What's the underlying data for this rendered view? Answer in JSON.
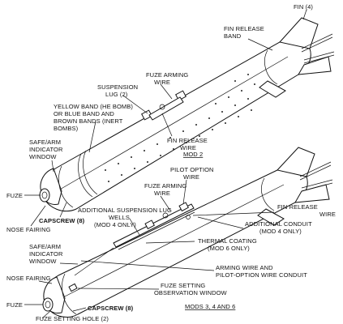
{
  "top_bomb": {
    "labels": {
      "fin": "FIN (4)",
      "fin_release_band_1": "FIN RELEASE",
      "fin_release_band_2": "BAND",
      "fuze_arming_wire_1": "FUZE ARMING",
      "fuze_arming_wire_2": "WIRE",
      "suspension_lug_1": "SUSPENSION",
      "suspension_lug_2": "LUG (2)",
      "yellow_band_1": "YELLOW BAND (HE BOMB)",
      "yellow_band_2": "OR BLUE BAND AND",
      "yellow_band_3": "BROWN BANDS (INERT",
      "yellow_band_4": "BOMBS)",
      "safe_arm_1": "SAFE/ARM",
      "safe_arm_2": "INDICATOR",
      "safe_arm_3": "WINDOW",
      "fin_release_wire_1": "FIN RELEASE",
      "fin_release_wire_2": "WIRE",
      "mod": "MOD 2",
      "fuze": "FUZE",
      "capscrew": "CAPSCREW (8)",
      "nose_fairing": "NOSE FAIRING"
    }
  },
  "bottom_bomb": {
    "labels": {
      "pilot_option_1": "PILOT OPTION",
      "pilot_option_2": "WIRE",
      "fuze_arming_1": "FUZE ARMING",
      "fuze_arming_2": "WIRE",
      "additional_susp_1": "ADDITIONAL SUSPENSION LUG",
      "additional_susp_2": "WELLS",
      "additional_susp_3": "(MOD 4 ONLY)",
      "fin_release_wire_1": "FIN RELEASE",
      "fin_release_wire_2": "WIRE",
      "additional_conduit_1": "ADDITIONAL CONDUIT",
      "additional_conduit_2": "(MOD 4 ONLY)",
      "safe_arm_1": "SAFE/ARM",
      "safe_arm_2": "INDICATOR",
      "safe_arm_3": "WINDOW",
      "thermal_1": "THERMAL COATING",
      "thermal_2": "(MOD 6 ONLY)",
      "arming_wire_1": "ARMING WIRE AND",
      "arming_wire_2": "PILOT-OPTION WIRE CONDUIT",
      "nose_fairing": "NOSE FAIRING",
      "fuze_setting_obs_1": "FUZE SETTING",
      "fuze_setting_obs_2": "OBSERVATION WINDOW",
      "fuze": "FUZE",
      "capscrew": "CAPSCREW (8)",
      "fuze_setting_hole": "FUZE SETTING HOLE (2)",
      "mod": "MODS 3, 4 AND 6"
    }
  }
}
